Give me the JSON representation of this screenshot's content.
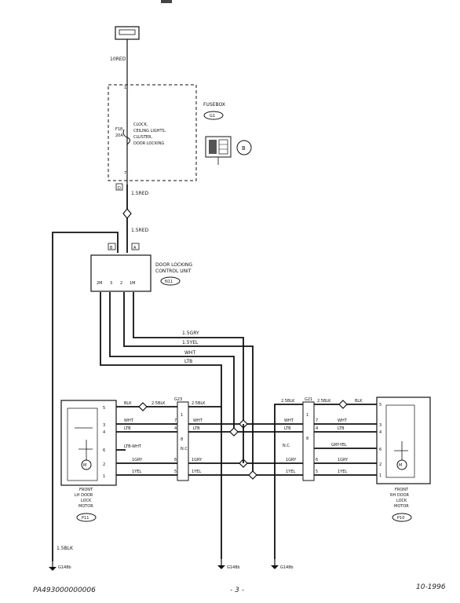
{
  "battery": {
    "wire": "10RED"
  },
  "fusebox": {
    "title": "FUSEBOX",
    "id": "G1",
    "fuse": "F18",
    "fuse_rating": "20A",
    "fuse_desc": [
      "CLOCK,",
      "CEILING LIGHTS,",
      "CLUSTER,",
      "DOOR LOCKING"
    ],
    "pin_top": "1",
    "pin_bottom": "7",
    "connector": "D",
    "ref_badge": "B"
  },
  "wires_top": {
    "w1": "1.5RED",
    "w2": "1.5RED"
  },
  "control_unit": {
    "title_1": "DOOR LOCKING",
    "title_2": "CONTROL UNIT",
    "id": "N11",
    "conn_b": "B",
    "conn_a": "A",
    "pins": [
      "2M",
      "3",
      "2",
      "1M"
    ]
  },
  "bus_wires": [
    "1.5GRY",
    "1.5YEL",
    "WHT",
    "LTB"
  ],
  "lh_motor": {
    "title": [
      "FRONT",
      "LH DOOR",
      "LOCK",
      "MOTOR"
    ],
    "id": "P11",
    "ground_wire": "1.5BLK",
    "ground": "G148b",
    "connector": "G23",
    "pins": [
      "5",
      "3",
      "4",
      "6",
      "2",
      "1"
    ],
    "rows": [
      {
        "left": "BLK",
        "mid": "2.5BLK",
        "right": "2.5BLK",
        "conn": ""
      },
      {
        "left": "",
        "mid": "",
        "right": "",
        "conn": "1"
      },
      {
        "left": "WHT",
        "mid": "",
        "right": "WHT",
        "conn": "7"
      },
      {
        "left": "LTB",
        "mid": "",
        "right": "LTB",
        "conn": "4"
      },
      {
        "left": "",
        "mid": "",
        "right": "",
        "conn": "8"
      },
      {
        "left": "LTB-WHT",
        "mid": "",
        "right": "N.C.",
        "conn": ""
      },
      {
        "left": "1GRY",
        "mid": "",
        "right": "1GRY",
        "conn": "6"
      },
      {
        "left": "1YEL",
        "mid": "",
        "right": "1YEL",
        "conn": "5"
      }
    ]
  },
  "rh_motor": {
    "title": [
      "FRONT",
      "RH DOOR",
      "LOCK",
      "MOTOR"
    ],
    "id": "P10",
    "connector": "G21",
    "pins": [
      "5",
      "3",
      "4",
      "6",
      "2",
      "1"
    ],
    "rows": [
      {
        "left": "2.5BLK",
        "mid": "2.5BLK",
        "right": "BLK",
        "conn": ""
      },
      {
        "left": "",
        "mid": "",
        "right": "",
        "conn": "1"
      },
      {
        "left": "WHT",
        "mid": "",
        "right": "WHT",
        "conn": "7"
      },
      {
        "left": "LTB",
        "mid": "",
        "right": "LTB",
        "conn": "4"
      },
      {
        "left": "",
        "mid": "",
        "right": "",
        "conn": "8"
      },
      {
        "left": "N.C.",
        "mid": "",
        "right": "GRY-YEL",
        "conn": ""
      },
      {
        "left": "1GRY",
        "mid": "",
        "right": "1GRY",
        "conn": "6"
      },
      {
        "left": "1YEL",
        "mid": "",
        "right": "1YEL",
        "conn": "5"
      }
    ]
  },
  "grounds": [
    "G148b",
    "G148b",
    "G148b"
  ],
  "footer": {
    "code": "PA493000000006",
    "page": "- 3 -",
    "date": "10-1996"
  }
}
